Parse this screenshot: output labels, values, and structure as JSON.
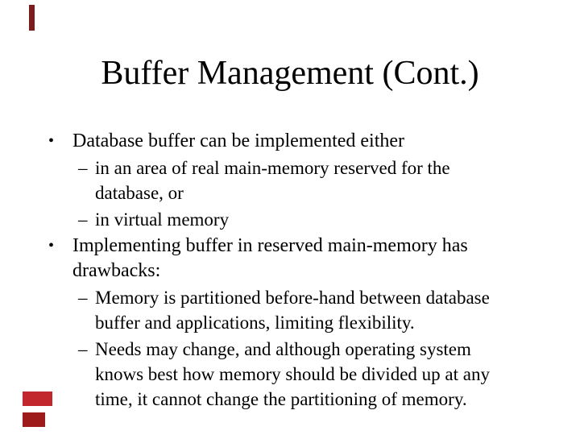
{
  "slide": {
    "title": "Buffer Management (Cont.)",
    "bullets": [
      {
        "marker": "•",
        "lines": [
          "Database buffer can be implemented either"
        ],
        "children": [
          {
            "marker": "–",
            "lines": [
              "in an area of real main-memory reserved for the",
              "database, or"
            ]
          },
          {
            "marker": "–",
            "lines": [
              "in virtual memory"
            ]
          }
        ]
      },
      {
        "marker": "•",
        "lines": [
          "Implementing buffer in reserved main-memory has",
          "drawbacks:"
        ],
        "children": [
          {
            "marker": "–",
            "lines": [
              "Memory is partitioned before-hand between database",
              "buffer and applications, limiting flexibility."
            ]
          },
          {
            "marker": "–",
            "lines": [
              "Needs may change, and although operating system",
              "knows best how memory should be divided up at any",
              "time, it cannot change the partitioning of memory."
            ]
          }
        ]
      }
    ]
  },
  "colors": {
    "background": "#ffffff",
    "text": "#000000",
    "decoration_top_left": "#7c1d1d",
    "decoration_bottom_upper": "#c1272d",
    "decoration_bottom_lower": "#9e1b1b"
  }
}
